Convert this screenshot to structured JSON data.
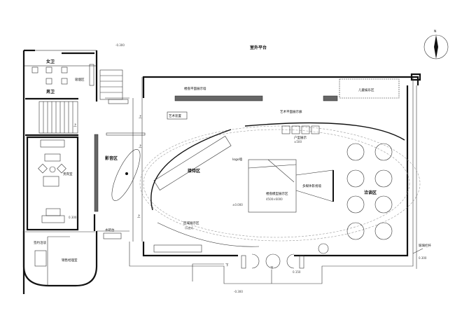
{
  "plan": {
    "north_label": "N",
    "outdoor_platform": "室外平台",
    "female_wc": "女卫",
    "male_wc": "男卫",
    "smoking_area": "吸烟区",
    "stair_up_1": "上",
    "stair_up_2": "上",
    "stair_up_3": "上",
    "stair_up_4": "上",
    "stair_down_1": "下",
    "stair_down_2": "下",
    "plan_display_wall": "楼盘平面展示墙",
    "art_installation": "艺术装置",
    "art_plan_gallery": "艺术平面展示廊",
    "kids_area": "儿童娱乐区",
    "unit_display": "户型展示",
    "unit_display_height": "±500",
    "logo_wall": "logo墙",
    "reception": "接待区",
    "av_area": "影音区",
    "vip_room": "贵宾室",
    "model_area": "楼盘模型展示区",
    "model_size": "4500×6000",
    "media_wall": "多媒体影视墙",
    "negotiation_area": "洽谈区",
    "regional_display": "区域展示区",
    "regional_display_note": "乐迪式",
    "water_bar": "水吧台",
    "signing_area": "签约洽谈",
    "sales_manager": "销售经理室",
    "glass_rail": "玻璃栏杆",
    "level_top": "-0.300",
    "level_center": "±0.000",
    "level_left": "0.300",
    "level_right": "0.300",
    "level_entry": "0.150",
    "level_bottom": "-0.300"
  }
}
